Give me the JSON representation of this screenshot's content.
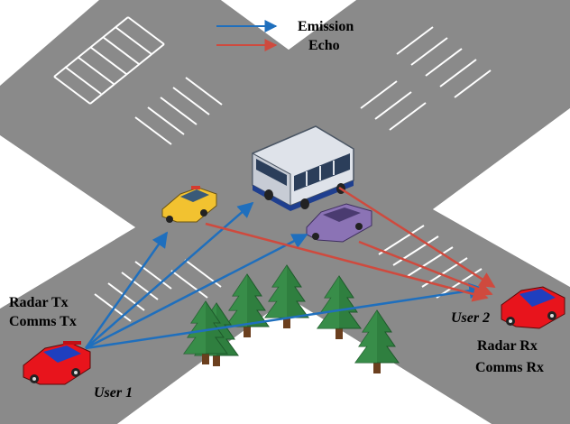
{
  "legend": {
    "emission_label": "Emission",
    "echo_label": "Echo",
    "emission_color": "#1f6fbd",
    "echo_color": "#cf4a3e"
  },
  "labels": {
    "tx_line1": "Radar Tx",
    "tx_line2": "Comms Tx",
    "user1": "User 1",
    "user2": "User 2",
    "rx_line1": "Radar Rx",
    "rx_line2": "Comms Rx"
  },
  "colors": {
    "road": "#8a8a8a",
    "ground": "#ffffff",
    "car_red": "#e8141c",
    "taxi": "#f2c230",
    "sedan_purple": "#8b73b5",
    "bus": "#dfe3ea",
    "tree": "#2f7f3f"
  },
  "icons": [
    "red-car-icon",
    "taxi-icon",
    "bus-icon",
    "purple-car-icon",
    "tree-icon"
  ]
}
